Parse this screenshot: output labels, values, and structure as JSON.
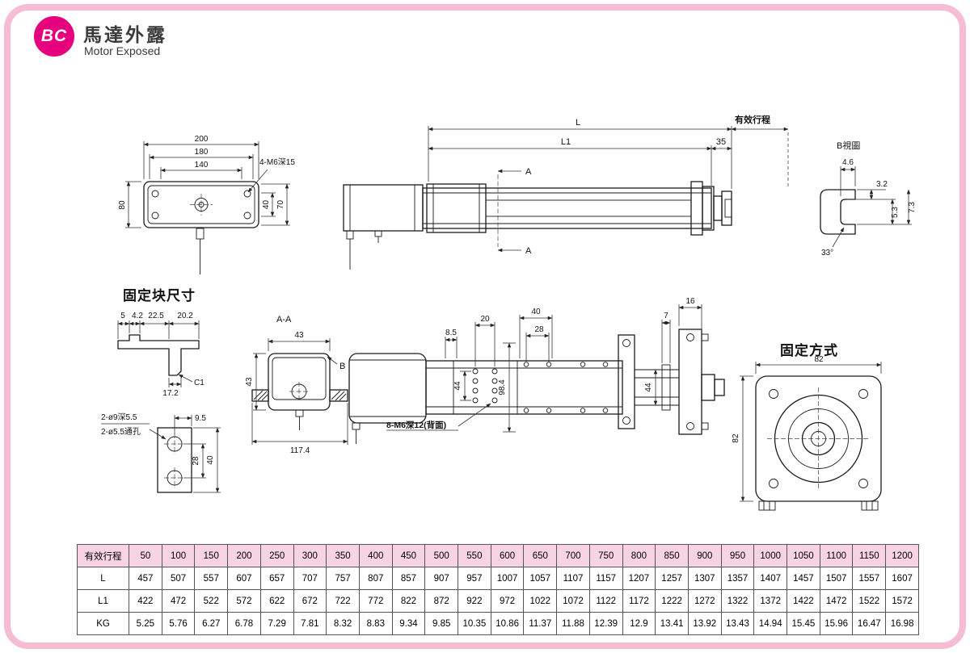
{
  "header": {
    "badge": "BC",
    "title_zh": "馬達外露",
    "title_en": "Motor Exposed"
  },
  "colors": {
    "accent": "#e6007e",
    "frame_pink": "#f6bcd4",
    "table_header_bg": "#f8d3e3",
    "line": "#1a1a1a"
  },
  "plate": {
    "d200": "200",
    "d180": "180",
    "d140": "140",
    "callout": "4-M6深15",
    "d80": "80",
    "d70": "70",
    "d40": "40"
  },
  "side": {
    "L": "L",
    "L1": "L1",
    "d35": "35",
    "stroke_label": "有效行程",
    "section_a_top": "A",
    "section_a_bottom": "A"
  },
  "bview": {
    "title": "B視圖",
    "d46": "4.6",
    "d32": "3.2",
    "d53": "5.3",
    "d73": "7.3",
    "angle": "33°"
  },
  "blocks": {
    "title": "固定块尺寸",
    "block1": {
      "d5": "5",
      "d42": "4.2",
      "d225": "22.5",
      "d202": "20.2",
      "d172": "17.2",
      "c1": "C1"
    },
    "block2": {
      "callout_top": "2-ø9深5.5",
      "callout_bottom": "2-ø5.5通孔",
      "d95": "9.5",
      "d28": "28",
      "d40": "40"
    }
  },
  "aa": {
    "title": "A-A",
    "d43_top": "43",
    "d43_left": "43",
    "d1174": "117.4",
    "b_label": "B"
  },
  "plan": {
    "d85": "8.5",
    "d20": "20",
    "d40": "40",
    "d28": "28",
    "d16": "16",
    "d7": "7",
    "d44_left": "44",
    "d984": "98.4",
    "d44_right": "44",
    "callout": "8-M6深12(背面)"
  },
  "mount": {
    "title": "固定方式",
    "d82_top": "82",
    "d82_left": "82"
  },
  "table": {
    "corner_label": "有效行程",
    "strokes": [
      "50",
      "100",
      "150",
      "200",
      "250",
      "300",
      "350",
      "400",
      "450",
      "500",
      "550",
      "600",
      "650",
      "700",
      "750",
      "800",
      "850",
      "900",
      "950",
      "1000",
      "1050",
      "1100",
      "1150",
      "1200"
    ],
    "rows": [
      {
        "label": "L",
        "values": [
          "457",
          "507",
          "557",
          "607",
          "657",
          "707",
          "757",
          "807",
          "857",
          "907",
          "957",
          "1007",
          "1057",
          "1107",
          "1157",
          "1207",
          "1257",
          "1307",
          "1357",
          "1407",
          "1457",
          "1507",
          "1557",
          "1607"
        ]
      },
      {
        "label": "L1",
        "values": [
          "422",
          "472",
          "522",
          "572",
          "622",
          "672",
          "722",
          "772",
          "822",
          "872",
          "922",
          "972",
          "1022",
          "1072",
          "1122",
          "1172",
          "1222",
          "1272",
          "1322",
          "1372",
          "1422",
          "1472",
          "1522",
          "1572"
        ]
      },
      {
        "label": "KG",
        "values": [
          "5.25",
          "5.76",
          "6.27",
          "6.78",
          "7.29",
          "7.81",
          "8.32",
          "8.83",
          "9.34",
          "9.85",
          "10.35",
          "10.86",
          "11.37",
          "11.88",
          "12.39",
          "12.9",
          "13.41",
          "13.92",
          "13.43",
          "14.94",
          "15.45",
          "15.96",
          "16.47",
          "16.98"
        ]
      }
    ]
  }
}
